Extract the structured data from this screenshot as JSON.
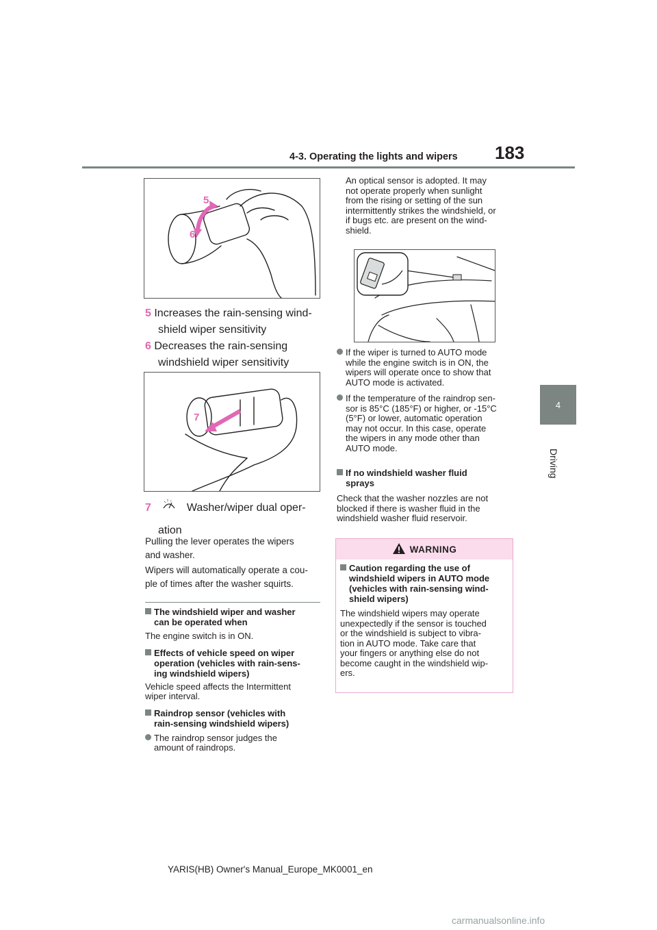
{
  "header": {
    "page_number": "183",
    "section_title": "4-3. Operating the lights and wipers"
  },
  "side_tab": {
    "chapter_number": "4",
    "chapter_label": "Driving"
  },
  "left_col": {
    "fig1_labels": {
      "a": "5",
      "b": "6"
    },
    "item5": {
      "num": "5",
      "line1": "Increases the rain-sensing wind-",
      "line2": "shield wiper sensitivity"
    },
    "item6": {
      "num": "6",
      "line1": "Decreases the rain-sensing",
      "line2": "windshield wiper sensitivity"
    },
    "fig2_label": "7",
    "item7": {
      "num": "7",
      "line1": "Washer/wiper dual oper-",
      "line2": "ation"
    },
    "para1": {
      "line1": "Pulling the lever operates the wipers",
      "line2": "and washer."
    },
    "para2": {
      "line1": "Wipers will automatically operate a cou-",
      "line2": "ple of times after the washer squirts."
    },
    "h1": {
      "line1": "The windshield wiper and washer",
      "line2": "can be operated when"
    },
    "t1": "The engine switch is in ON.",
    "h2": {
      "line1": "Effects of vehicle speed on wiper",
      "line2": "operation (vehicles with rain-sens-",
      "line3": "ing windshield wipers)"
    },
    "t2": {
      "line1": "Vehicle speed affects the Intermittent",
      "line2": "wiper interval."
    },
    "h3": {
      "line1": "Raindrop sensor (vehicles with",
      "line2": "rain-sensing windshield wipers)"
    },
    "b1": {
      "line1": "The raindrop sensor judges the",
      "line2": "amount of raindrops."
    }
  },
  "right_col": {
    "p1": {
      "l1": "An optical sensor is adopted. It may",
      "l2": "not operate properly when sunlight",
      "l3": "from the rising or setting of the sun",
      "l4": "intermittently strikes the windshield, or",
      "l5": "if bugs etc. are present on the wind-",
      "l6": "shield."
    },
    "b2": {
      "l1": "If the wiper is turned to AUTO mode",
      "l2": "while the engine switch is in ON, the",
      "l3": "wipers will operate once to show that",
      "l4": "AUTO mode is activated."
    },
    "b3": {
      "l1": "If the temperature of the raindrop sen-",
      "l2": "sor is 85°C (185°F) or higher, or -15°C",
      "l3": "(5°F) or lower, automatic operation",
      "l4": "may not occur. In this case, operate",
      "l5": "the wipers in any mode other than",
      "l6": "AUTO mode."
    },
    "h4": {
      "l1": "If no windshield washer fluid",
      "l2": "sprays"
    },
    "t4": {
      "l1": "Check that the washer nozzles are not",
      "l2": "blocked if there is washer fluid in the",
      "l3": "windshield washer fluid reservoir."
    },
    "warning": {
      "title": "WARNING",
      "h": {
        "l1": "Caution regarding the use of",
        "l2": "windshield wipers in AUTO mode",
        "l3": "(vehicles with rain-sensing wind-",
        "l4": "shield wipers)"
      },
      "t": {
        "l1": "The windshield wipers may operate",
        "l2": "unexpectedly if the sensor is touched",
        "l3": "or the windshield is subject to vibra-",
        "l4": "tion in AUTO mode. Take care that",
        "l5": "your fingers or anything else do not",
        "l6": "become caught in the windshield wip-",
        "l7": "ers."
      }
    }
  },
  "footer": "YARIS(HB) Owner's Manual_Europe_MK0001_en",
  "watermark": "carmanualsonline.info",
  "colors": {
    "accent_pink": "#e068b4",
    "tab_gray": "#7c8581",
    "warning_fill": "#fbdcec",
    "warning_border": "#e9a9cf"
  },
  "icons": [
    "wiper-washer-icon",
    "warning-triangle-icon",
    "bullet-square-icon",
    "bullet-circle-icon"
  ]
}
